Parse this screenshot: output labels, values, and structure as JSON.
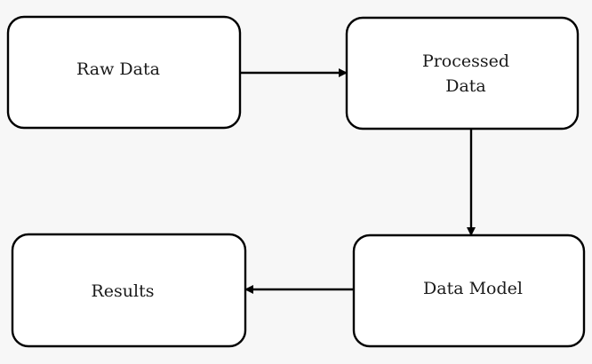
{
  "diagram": {
    "nodes": {
      "raw_data": {
        "line1": "Raw Data"
      },
      "processed_data": {
        "line1": "Processed",
        "line2": "Data"
      },
      "data_model": {
        "line1": "Data Model"
      },
      "results": {
        "line1": "Results"
      }
    },
    "colors": {
      "background": "#f7f7f7",
      "box_fill": "#ffffff",
      "stroke": "#000000",
      "text": "#1a1a1a"
    }
  }
}
